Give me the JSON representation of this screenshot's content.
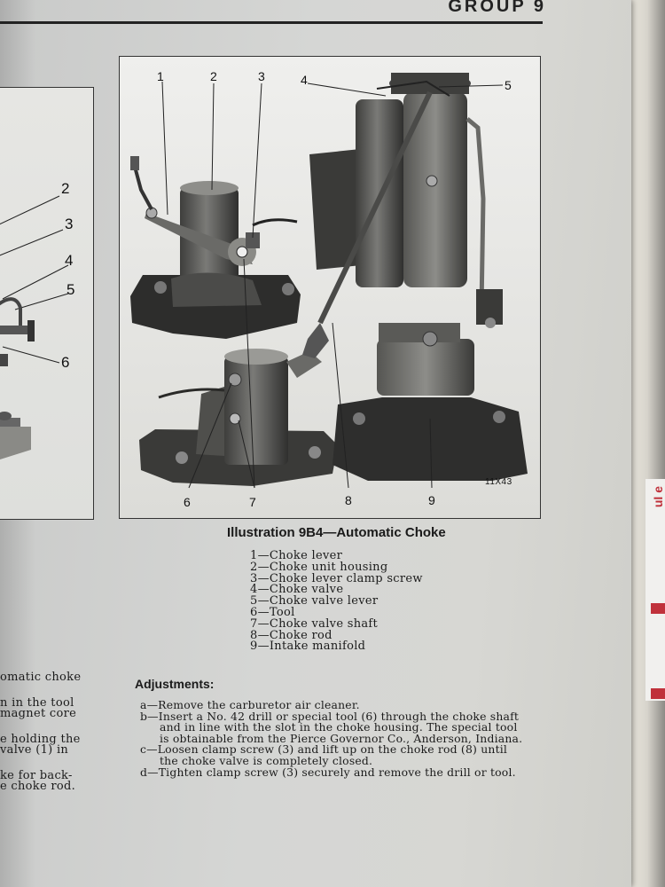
{
  "header": {
    "group": "GROUP 9"
  },
  "left_figure": {
    "callouts": [
      "2",
      "3",
      "4",
      "5",
      "6"
    ]
  },
  "figure": {
    "callouts": [
      "1",
      "2",
      "3",
      "4",
      "5",
      "6",
      "7",
      "8",
      "9"
    ],
    "figure_id": "11X43"
  },
  "caption": "Illustration 9B4—Automatic Choke",
  "legend": [
    "1—Choke lever",
    "2—Choke unit housing",
    "3—Choke lever clamp  screw",
    "4—Choke valve",
    "5—Choke valve lever",
    "6—Tool",
    "7—Choke valve shaft",
    "8—Choke rod",
    "9—Intake manifold"
  ],
  "left_column": [
    "omatic choke",
    "",
    "n in the tool",
    " magnet core",
    "",
    "e holding the",
    " valve (1) in",
    "",
    "ke for back-",
    "e choke rod."
  ],
  "adjustments": {
    "heading": "Adjustments:",
    "steps": [
      "a—Remove the carburetor air cleaner.",
      "b—Insert a No. 42 drill or special tool (6) through the choke shaft",
      "and in line with the slot in the choke housing.  The special tool",
      "is obtainable from the Pierce Governor Co., Anderson, Indiana.",
      "c—Loosen clamp screw (3) and lift up on the choke rod (8) until",
      "the choke valve is completely closed.",
      "d—Tighten clamp screw (3) securely and remove the drill or tool."
    ]
  },
  "edge_tag": {
    "text": "uI e"
  },
  "colors": {
    "ink": "#1b1b1b",
    "paper": "#d5d6d4",
    "tag_red": "#c0313b"
  }
}
